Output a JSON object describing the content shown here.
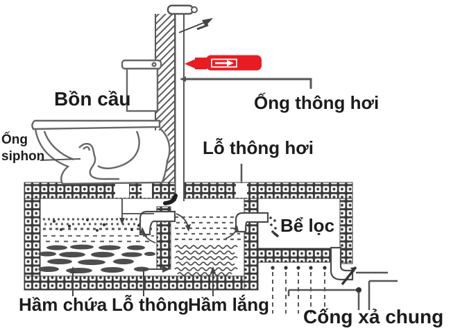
{
  "labels": {
    "toilet": "Bồn cầu",
    "siphon": "Ống siphon",
    "vent_pipe": "Ống thông hơi",
    "vent_hole": "Lỗ thông hơi",
    "filter_tank": "Bể lọc",
    "storage_chamber": "Hầm chứa",
    "pass_hole": "Lỗ thông",
    "settling_chamber": "Hầm lắng",
    "common_drain": "Cống xả chung"
  },
  "icons": {
    "red_flow_arrow": "red-flow-arrow-icon",
    "wind_arrow": "wind-arrow-icon",
    "vent_cap": "vent-pipe-cap",
    "valve_slash": "valve-slash-mark"
  },
  "colors": {
    "background": "#ffffff",
    "line": "#4a4a4a",
    "text": "#1c1c1c",
    "brick": "#3a3a3a",
    "accent_red": "#e81c22"
  }
}
